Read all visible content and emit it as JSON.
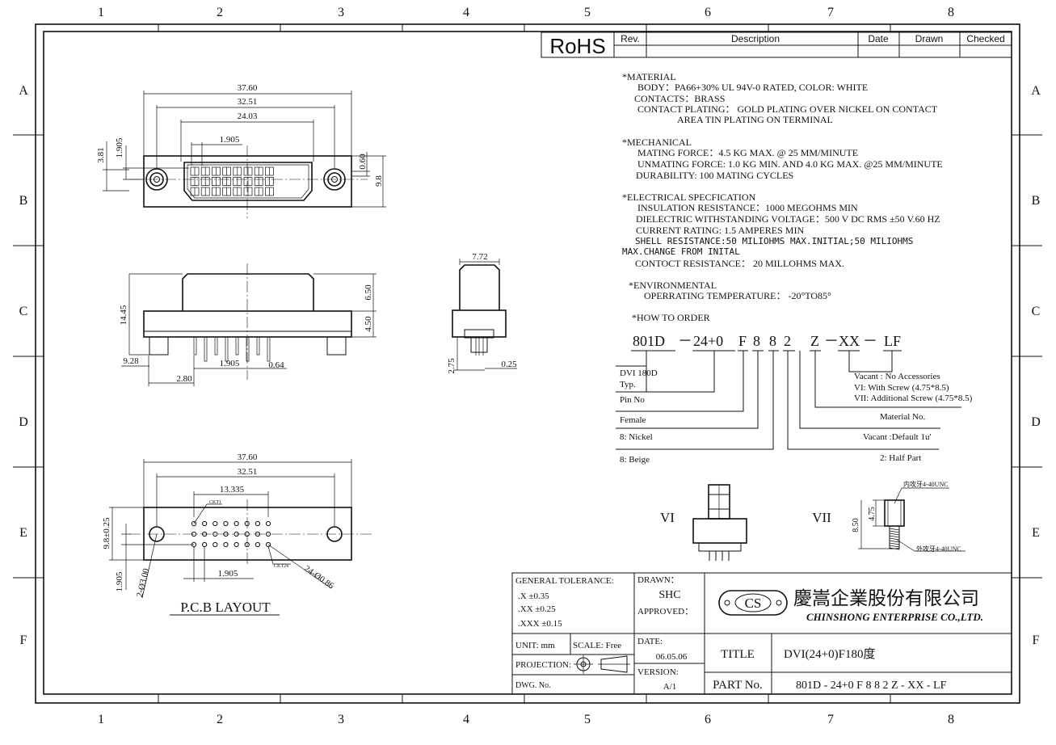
{
  "border": {
    "cols": [
      "1",
      "2",
      "3",
      "4",
      "5",
      "6",
      "7",
      "8"
    ],
    "rows": [
      "A",
      "B",
      "C",
      "D",
      "E",
      "F"
    ]
  },
  "rohs": "RoHS",
  "revision_table": {
    "rev": "Rev.",
    "description": "Description",
    "date": "Date",
    "drawn": "Drawn",
    "checked": "Checked"
  },
  "notes": {
    "material_head": "*MATERIAL",
    "material_body": "BODY：PA66+30%  UL  94V-0 RATED, COLOR: WHITE",
    "material_contacts": "CONTACTS：BRASS",
    "material_plating": "CONTACT PLATING：  GOLD PLATING OVER NICKEL ON CONTACT",
    "material_plating2": "AREA  TIN  PLATING ON TERMINAL",
    "mech_head": "*MECHANICAL",
    "mech_mating": "MATING FORCE：4.5 KG MAX. @ 25 MM/MINUTE",
    "mech_unmating": "UNMATING  FORCE: 1.0 KG MIN. AND 4.0 KG MAX. @25 MM/MINUTE",
    "mech_durability": "DURABILITY: 100 MATING CYCLES",
    "elec_head": "*ELECTRICAL  SPECFICATION",
    "elec_insulation": "INSULATION  RESISTANCE：1000 MEGOHMS  MIN",
    "elec_dielectric": "DIELECTRIC  WITHSTANDING VOLTAGE：500  V  DC  RMS ±50 V.60  HZ",
    "elec_current": "CURRENT  RATING:  1.5 AMPERES  MIN",
    "elec_shell": "SHELL RESISTANCE:50 MILIOHMS MAX.INITIAL;50 MILIOHMS",
    "elec_shell2": "MAX.CHANGE FROM INITAL",
    "elec_contact": "CONTOCT RESISTANCE：  20  MILLOHMS  MAX.",
    "env_head": "*ENVIRONMENTAL",
    "env_temp": "OPERRATING  TEMPERATURE：  -20°TO85°",
    "order_head": "*HOW  TO  ORDER"
  },
  "order": {
    "code": [
      "801D",
      "－",
      "24+0",
      "F",
      "8",
      "8",
      "2",
      "Z",
      "－",
      "XX",
      "－",
      "LF"
    ],
    "labels": {
      "dvi": "DVI 180D",
      "typ": "Typ.",
      "pin": "Pin No",
      "female": "Female",
      "nickel": "8: Nickel",
      "beige": "8: Beige",
      "half": "2: Half Part",
      "vacant_default": "Vacant :Default 1u'",
      "material_no": "Material No.",
      "vacant_acc": "Vacant : No Accessories",
      "vi_screw": "VI: With Screw (4.75*8.5)",
      "vii_screw": "VII: Additional Screw (4.75*8.5)"
    }
  },
  "dims": {
    "top": [
      "37.60",
      "32.51",
      "24.03",
      "1.905",
      "1.905",
      "3.81",
      "0.60",
      "9.8"
    ],
    "side": [
      "14.45",
      "6.50",
      "4.50",
      "9.28",
      "2.80",
      "1.905",
      "0.64"
    ],
    "end": [
      "7.72",
      "2.75",
      "0.25"
    ],
    "pcb": [
      "37.60",
      "32.51",
      "13.335",
      "9.8±0.25",
      "1.905",
      "1.905",
      "2-Ø3.00",
      "24-Ø0.86",
      "CKT1",
      "CKT24"
    ]
  },
  "pcb_title": "P.C.B   LAYOUT",
  "accessories": {
    "vi": "VI",
    "vii": "VII",
    "inner": "内攻牙4-40UNC",
    "outer": "外攻牙4-40UNC",
    "d1": "4.75",
    "d2": "8.50"
  },
  "title_block": {
    "tol_head": "GENERAL TOLERANCE:",
    "tol_x": ".X  ±0.35",
    "tol_xx": ".XX ±0.25",
    "tol_xxx": ".XXX ±0.15",
    "drawn_label": "DRAWN：",
    "drawn_value": "SHC",
    "approved_label": "APPROVED：",
    "company_cn": "慶嵩企業股份有限公司",
    "company_en": "CHINSHONG ENTERPRISE CO.,LTD.",
    "logo": "CS",
    "unit": "UNIT:  mm",
    "scale": "SCALE:  Free",
    "date_label": "DATE:",
    "date_value": "06.05.06",
    "title_label": "TITLE",
    "title_value": "DVI(24+0)F180度",
    "projection": "PROJECTION:",
    "version_label": "VERSION:",
    "version_value": "A/1",
    "dwg": "DWG. No.",
    "partno_label": "PART No.",
    "partno_value": "801D - 24+0 F 8 8 2  Z - XX -  LF"
  }
}
